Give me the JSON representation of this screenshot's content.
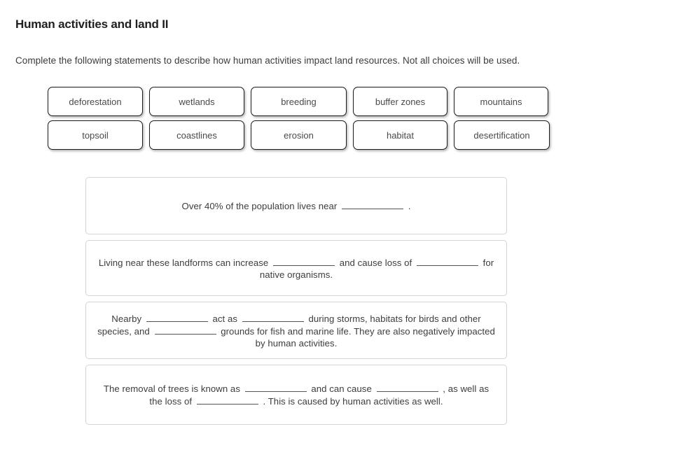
{
  "header": {
    "title": "Human activities and land II",
    "instructions": "Complete the following statements to describe how human activities impact land resources. Not all choices will be used."
  },
  "choice_bank": {
    "rows": [
      [
        {
          "label": "deforestation"
        },
        {
          "label": "wetlands"
        },
        {
          "label": "breeding"
        },
        {
          "label": "buffer zones"
        },
        {
          "label": "mountains"
        }
      ],
      [
        {
          "label": "topsoil"
        },
        {
          "label": "coastlines"
        },
        {
          "label": "erosion"
        },
        {
          "label": "habitat"
        },
        {
          "label": "desertification"
        }
      ]
    ]
  },
  "statements": [
    {
      "segments": {
        "s1": "Over 40% of the population lives near",
        "s2": "."
      }
    },
    {
      "segments": {
        "s1": "Living near these landforms can increase",
        "s2": "and cause loss of",
        "s3": "for native organisms."
      }
    },
    {
      "segments": {
        "s1": "Nearby",
        "s2": "act as",
        "s3": "during storms, habitats for birds and other species, and",
        "s4": "grounds for fish and marine life. They are also negatively impacted by human activities."
      }
    },
    {
      "segments": {
        "s1": "The removal of trees is known as",
        "s2": "and can cause",
        "s3": ", as well as the loss of",
        "s4": ". This is caused by human activities as well."
      }
    }
  ]
}
